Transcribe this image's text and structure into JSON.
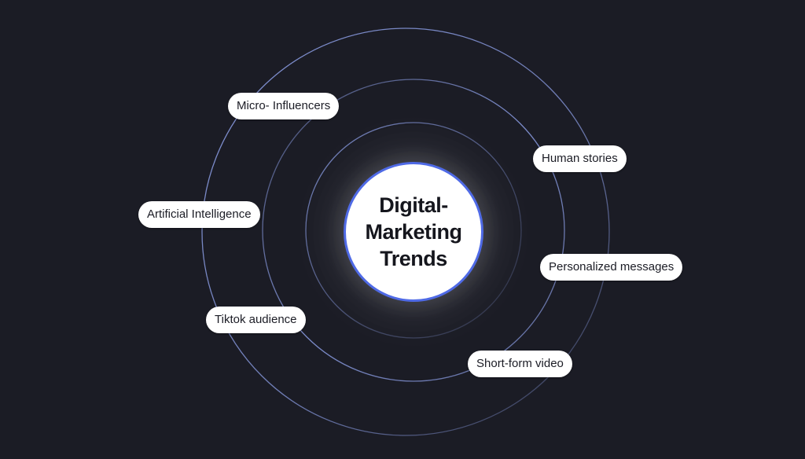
{
  "colors": {
    "background": "#1b1c25",
    "ring": "#7b8fd8",
    "center_border": "#4f6ae6",
    "pill_background": "#ffffff",
    "text_dark": "#15161d"
  },
  "center": {
    "line1": "Digital-",
    "line2": "Marketing",
    "line3": "Trends"
  },
  "trends": [
    {
      "label": "Micro- Influencers"
    },
    {
      "label": "Human stories"
    },
    {
      "label": "Artificial Intelligence"
    },
    {
      "label": "Personalized messages"
    },
    {
      "label": "Tiktok audience"
    },
    {
      "label": "Short-form video"
    }
  ]
}
